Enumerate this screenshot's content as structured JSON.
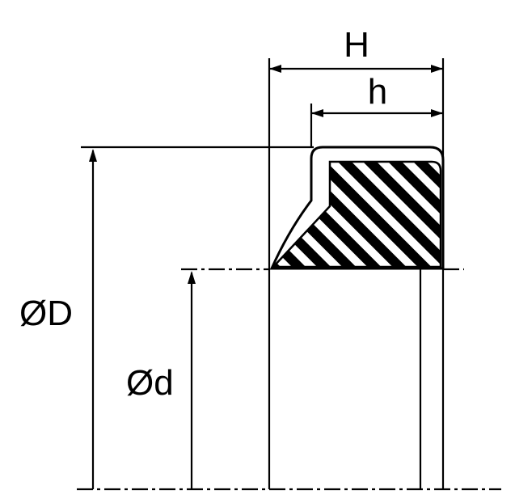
{
  "diagram": {
    "labels": {
      "width_total": "H",
      "width_lip": "h",
      "outer_diameter": "ØD",
      "inner_diameter": "Ød"
    },
    "colors": {
      "line": "#000000",
      "background": "#ffffff",
      "hatch": "#000000"
    }
  }
}
